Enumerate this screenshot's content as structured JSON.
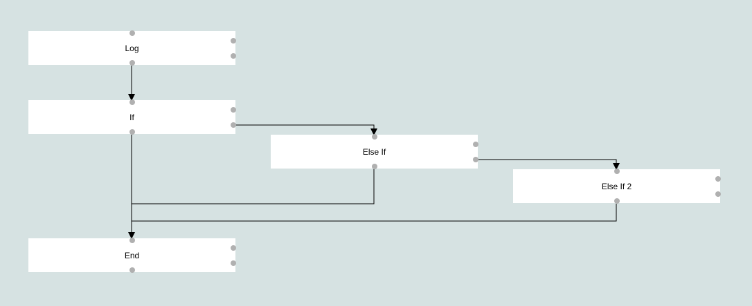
{
  "diagram": {
    "background_color": "#d6e2e2",
    "node_color": "#ffffff",
    "port_color": "#b0b0b0",
    "edge_color": "#000000",
    "nodes": {
      "log": {
        "label": "Log"
      },
      "if": {
        "label": "If"
      },
      "else_if": {
        "label": "Else If"
      },
      "else_if_2": {
        "label": "Else If 2"
      },
      "end": {
        "label": "End"
      }
    },
    "edges": [
      {
        "from": "log",
        "from_port": "bottom",
        "to": "if"
      },
      {
        "from": "if",
        "from_port": "right-2",
        "to": "else_if"
      },
      {
        "from": "else_if",
        "from_port": "right-2",
        "to": "else_if_2"
      },
      {
        "from": "if",
        "from_port": "bottom",
        "to": "end"
      },
      {
        "from": "else_if",
        "from_port": "bottom",
        "to": "end"
      },
      {
        "from": "else_if_2",
        "from_port": "bottom",
        "to": "end"
      }
    ]
  }
}
